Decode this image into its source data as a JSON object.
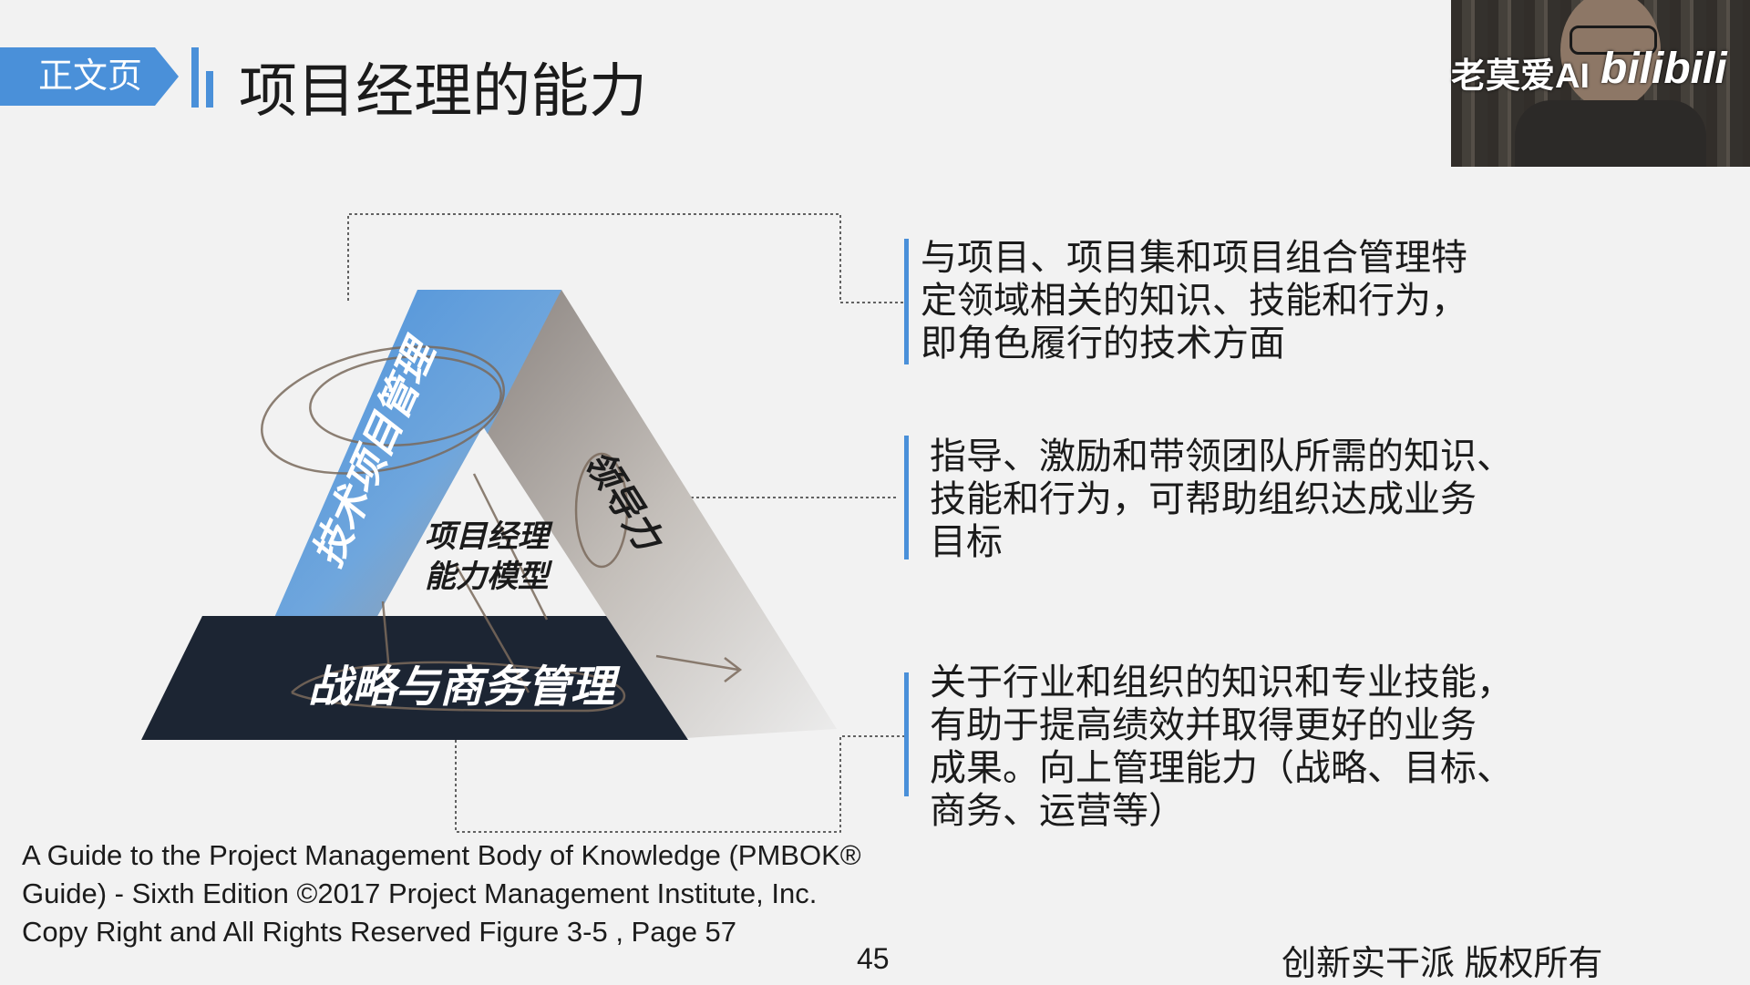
{
  "header": {
    "section_tag": "正文页",
    "title": "项目经理的能力"
  },
  "video_overlay": {
    "channel_name": "老莫爱AI",
    "platform_logo": "bilibili"
  },
  "diagram": {
    "left_side_label": "技术项目管理",
    "right_side_label": "领导力",
    "bottom_label": "战略与商务管理",
    "center_label_line1": "项目经理",
    "center_label_line2": "能力模型",
    "colors": {
      "left_side": "#4a90d9",
      "right_side": "#a8a19a",
      "bottom_band": "#1c2533",
      "accent": "#4a90d9"
    }
  },
  "descriptions": [
    {
      "lines": [
        "与项目、项目集和项目组合管理特",
        "定领域相关的知识、技能和行为，",
        "即角色履行的技术方面"
      ]
    },
    {
      "lines": [
        "指导、激励和带领团队所需的知识、",
        "技能和行为，可帮助组织达成业务",
        "目标"
      ]
    },
    {
      "lines": [
        "关于行业和组织的知识和专业技能，",
        "有助于提高绩效并取得更好的业务",
        "成果。向上管理能力（战略、目标、",
        "商务、运营等）"
      ]
    }
  ],
  "citation": {
    "lines": [
      "A Guide to the Project Management Body of Knowledge (PMBOK®",
      "Guide) - Sixth Edition ©2017 Project Management Institute, Inc.",
      "Copy Right and All Rights Reserved Figure 3-5 , Page 57"
    ]
  },
  "footer": {
    "page_number": "45",
    "copyright": "创新实干派 版权所有"
  }
}
